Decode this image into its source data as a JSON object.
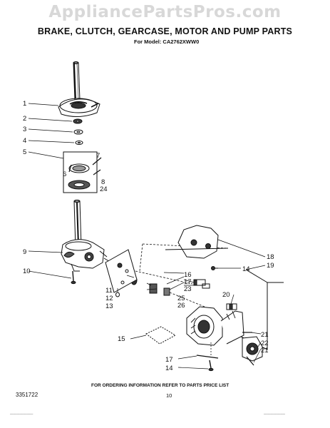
{
  "watermark": "AppliancePartsPros.com",
  "title": "BRAKE, CLUTCH, GEARCASE, MOTOR AND PUMP PARTS",
  "subtitle": "For Model: CA2762XWW0",
  "footer_note": "FOR ORDERING INFORMATION REFER TO PARTS PRICE LIST",
  "doc_number": "3351722",
  "page_number": "10",
  "callouts": [
    "1",
    "2",
    "3",
    "4",
    "5",
    "6",
    "7",
    "8",
    "24",
    "9",
    "10",
    "11",
    "12",
    "13",
    "16",
    "17",
    "23",
    "25",
    "26",
    "14",
    "18",
    "19",
    "20",
    "21",
    "22",
    "21",
    "15",
    "17",
    "14"
  ]
}
